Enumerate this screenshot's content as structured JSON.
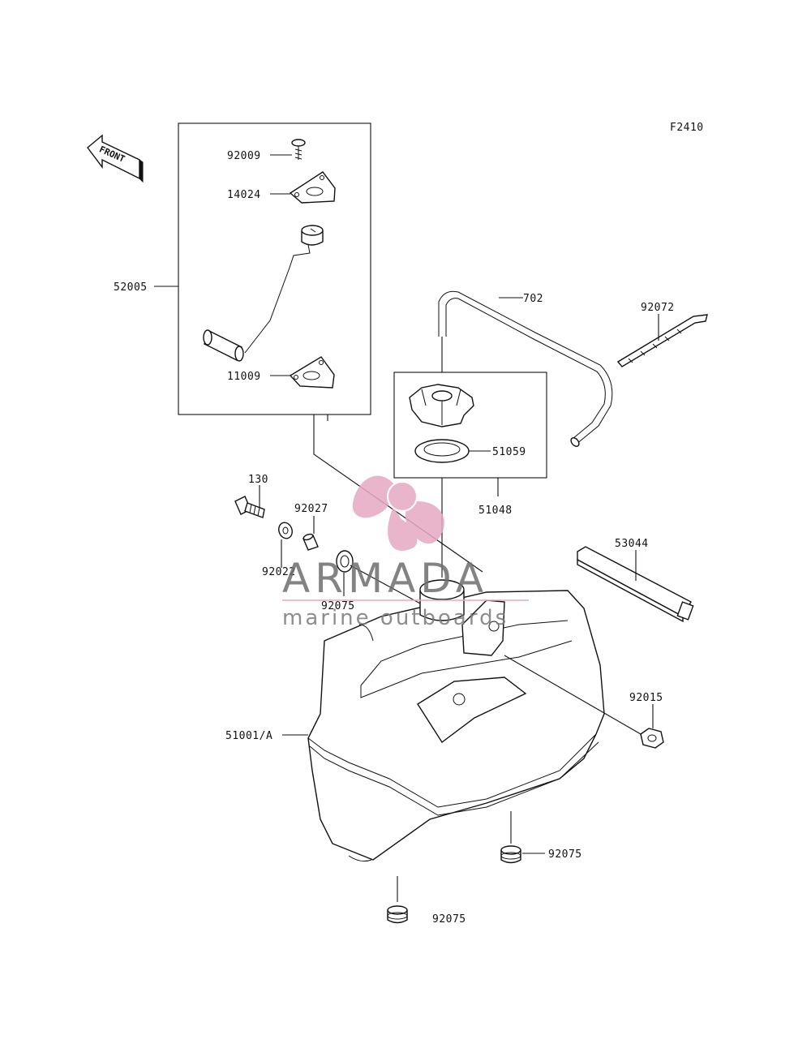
{
  "diagram": {
    "figure_code": "F2410",
    "front_label": "FRONT",
    "callouts": {
      "c92009": "92009",
      "c14024": "14024",
      "c52005": "52005",
      "c11009": "11009",
      "c702": "702",
      "c92072": "92072",
      "c51059": "51059",
      "c51048": "51048",
      "c130": "130",
      "c92027": "92027",
      "c92022": "92022",
      "c92075a": "92075",
      "c53044": "53044",
      "c92015": "92015",
      "c51001": "51001/A",
      "c92075b": "92075",
      "c92075c": "92075"
    }
  },
  "watermark": {
    "brand": "ARMADA",
    "tagline": "marine outboards",
    "accent_color": "#e6a9c3"
  }
}
